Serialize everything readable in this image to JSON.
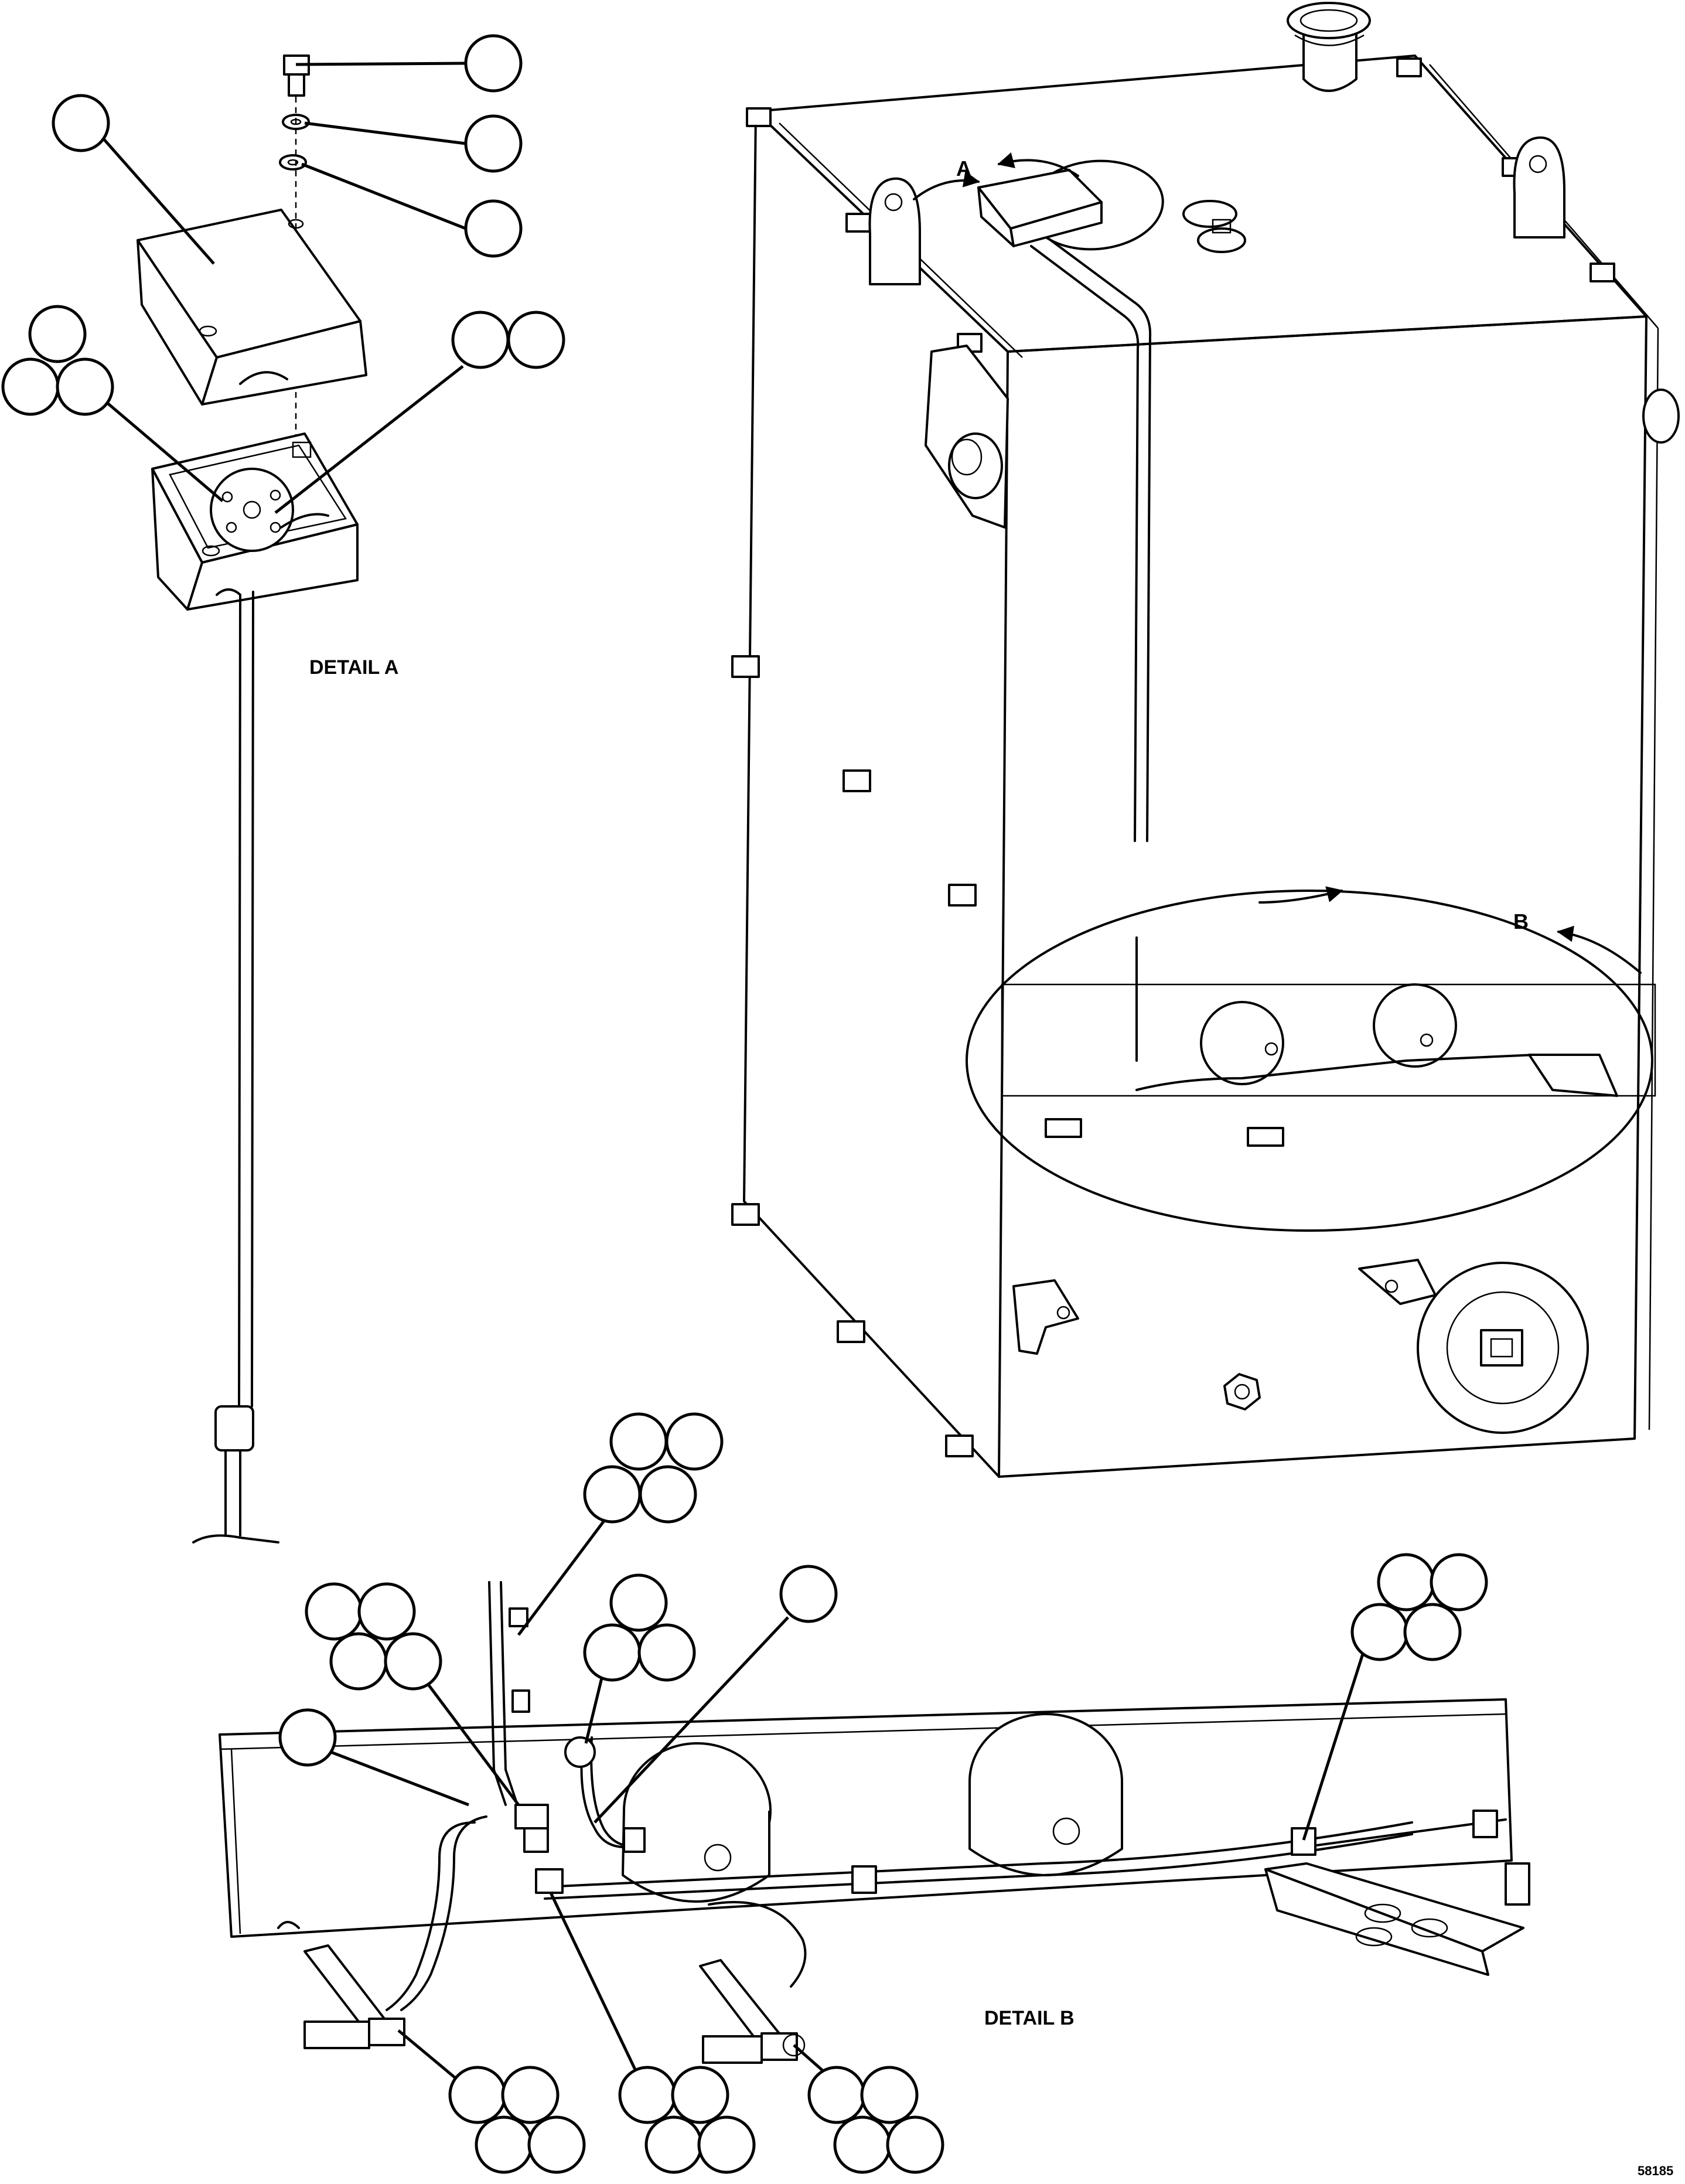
{
  "labels": {
    "detail_a": "DETAIL A",
    "detail_b": "DETAIL B",
    "view_a": "A",
    "view_b": "B",
    "figure_number": "58185"
  },
  "colors": {
    "line": "#000000",
    "background": "#ffffff"
  }
}
